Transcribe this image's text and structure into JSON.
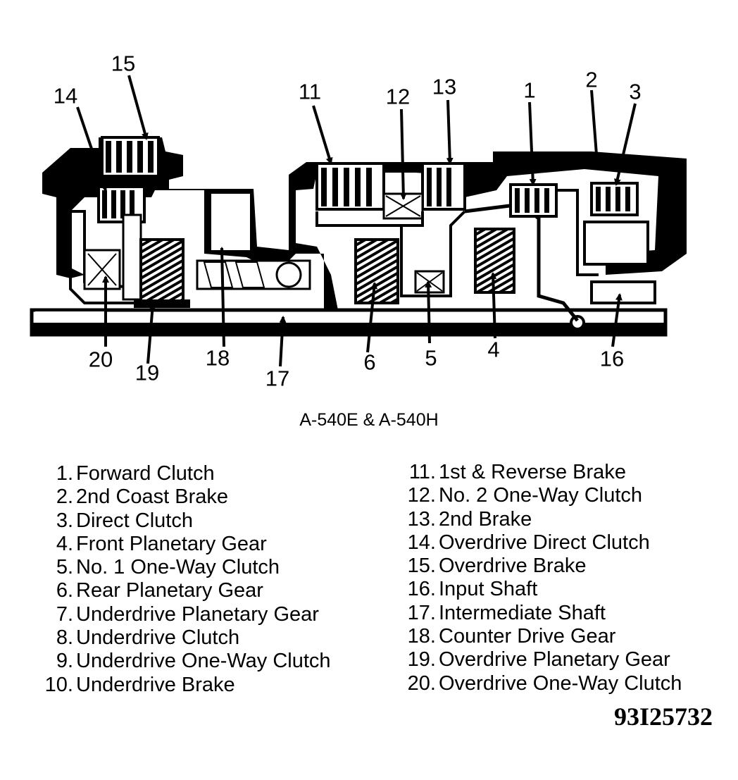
{
  "caption": "A-540E & A-540H",
  "figure_code": "93I25732",
  "callouts": [
    {
      "id": "c15",
      "text": "15"
    },
    {
      "id": "c14",
      "text": "14"
    },
    {
      "id": "c11",
      "text": "11"
    },
    {
      "id": "c12",
      "text": "12"
    },
    {
      "id": "c13",
      "text": "13"
    },
    {
      "id": "c1",
      "text": "1"
    },
    {
      "id": "c2",
      "text": "2"
    },
    {
      "id": "c3",
      "text": "3"
    },
    {
      "id": "c20",
      "text": "20"
    },
    {
      "id": "c19",
      "text": "19"
    },
    {
      "id": "c18",
      "text": "18"
    },
    {
      "id": "c17",
      "text": "17"
    },
    {
      "id": "c6",
      "text": "6"
    },
    {
      "id": "c5",
      "text": "5"
    },
    {
      "id": "c4",
      "text": "4"
    },
    {
      "id": "c16",
      "text": "16"
    }
  ],
  "legend_left": [
    {
      "num": "1.",
      "label": "Forward Clutch"
    },
    {
      "num": "2.",
      "label": "2nd Coast Brake"
    },
    {
      "num": "3.",
      "label": "Direct Clutch"
    },
    {
      "num": "4.",
      "label": "Front Planetary Gear"
    },
    {
      "num": "5.",
      "label": "No. 1 One-Way Clutch"
    },
    {
      "num": "6.",
      "label": "Rear Planetary Gear"
    },
    {
      "num": "7.",
      "label": "Underdrive Planetary Gear"
    },
    {
      "num": "8.",
      "label": "Underdrive Clutch"
    },
    {
      "num": "9.",
      "label": "Underdrive One-Way Clutch"
    },
    {
      "num": "10.",
      "label": "Underdrive Brake"
    }
  ],
  "legend_right": [
    {
      "num": "11.",
      "label": "1st & Reverse Brake"
    },
    {
      "num": "12.",
      "label": "No. 2 One-Way Clutch"
    },
    {
      "num": "13.",
      "label": "2nd Brake"
    },
    {
      "num": "14.",
      "label": "Overdrive Direct Clutch"
    },
    {
      "num": "15.",
      "label": "Overdrive Brake"
    },
    {
      "num": "16.",
      "label": "Input Shaft"
    },
    {
      "num": "17.",
      "label": "Intermediate Shaft"
    },
    {
      "num": "18.",
      "label": "Counter Drive Gear"
    },
    {
      "num": "19.",
      "label": "Overdrive Planetary Gear"
    },
    {
      "num": "20.",
      "label": "Overdrive One-Way Clutch"
    }
  ]
}
